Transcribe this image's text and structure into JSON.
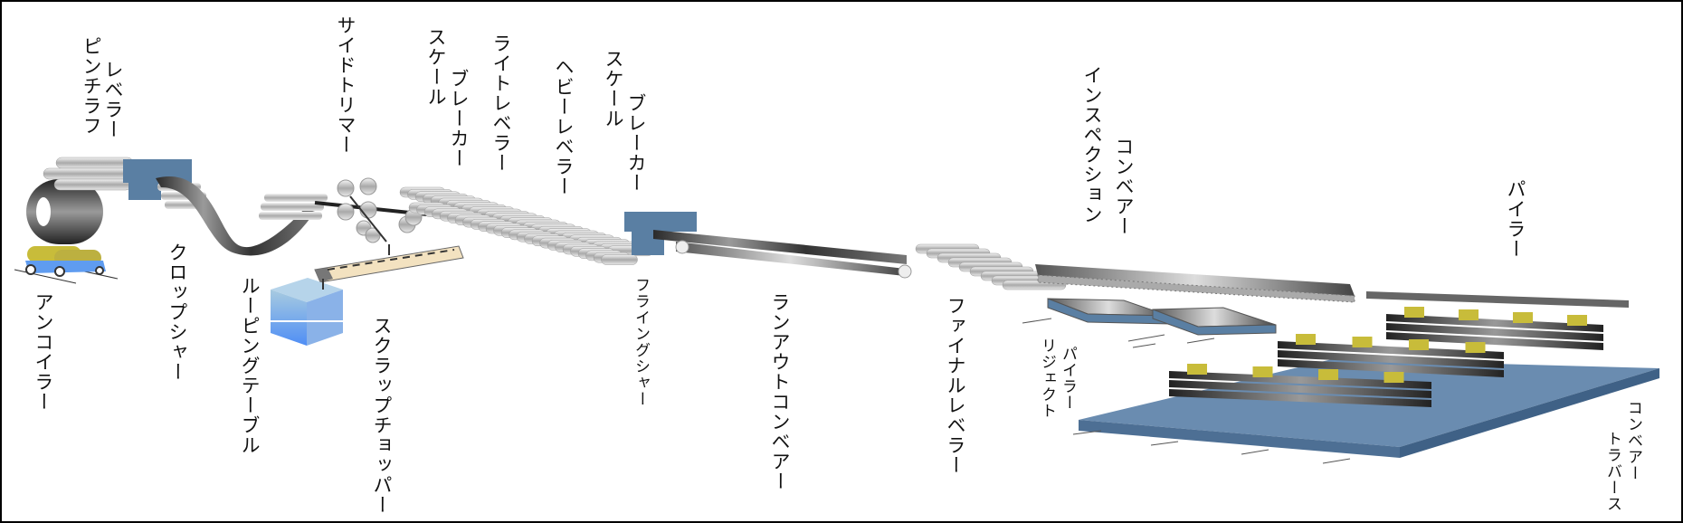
{
  "labels": {
    "pinch_roll": "ピンチラフ",
    "leveler": "レベラー",
    "side_trimmer": "サイドトリマー",
    "scale_1": "スケール",
    "breaker_1": "ブレーカー",
    "light_leveler": "ライトレベラー",
    "heavy_leveler": "ヘビーレベラー",
    "scale_2": "スケール",
    "breaker_2": "ブレーカー",
    "inspection": "インスペクション",
    "conveyor_1": "コンベアー",
    "piler_top": "パイラー",
    "uncoiler": "アンコイラー",
    "crop_shear": "クロップシャー",
    "looping_table": "ルーピングテーブル",
    "scrap_chopper": "スクラップチョッパー",
    "flying_shear": "フライングシャー",
    "runout_conveyor": "ランアウトコンベアー",
    "final_leveler": "ファイナルレベラー",
    "reject": "リジェクト",
    "piler_reject": "パイラー",
    "conveyor_2": "コンベアー",
    "traverse": "トラバース"
  },
  "colors": {
    "machine_blue": "#5a7fa3",
    "roller_silver": "#c8c8c8",
    "strip_dark": "#3a3a3a",
    "stack_yellow": "#c8bc3a",
    "cube_blue": "#4f8ef5",
    "chopper_beige": "#f3e2c0"
  }
}
